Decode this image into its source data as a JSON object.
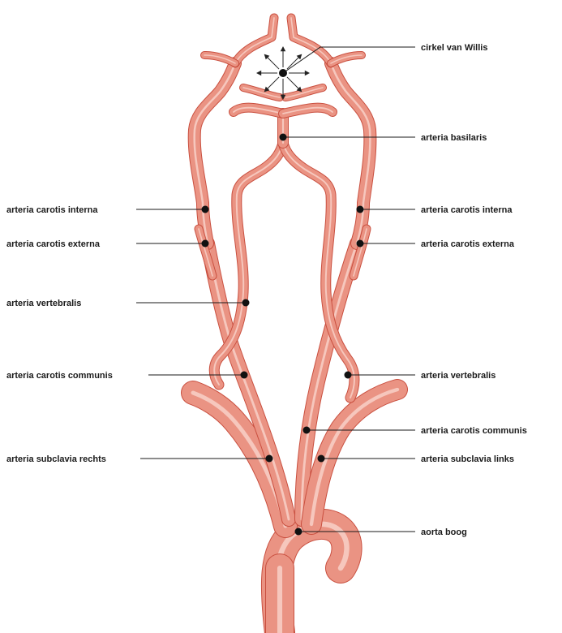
{
  "labels": {
    "cirkel_van_willis": "cirkel van Willis",
    "arteria_basilaris": "arteria basilaris",
    "carotis_interna_left": "arteria carotis interna",
    "carotis_externa_left": "arteria carotis externa",
    "vertebralis_left": "arteria vertebralis",
    "carotis_communis_left": "arteria carotis communis",
    "subclavia_rechts": "arteria subclavia rechts",
    "carotis_interna_right": "arteria carotis interna",
    "carotis_externa_right": "arteria carotis externa",
    "vertebralis_right": "arteria vertebralis",
    "carotis_communis_right": "arteria carotis communis",
    "subclavia_links": "arteria subclavia links",
    "aorta_boog": "aorta boog"
  },
  "colors": {
    "vessel_outline": "#c94f3f",
    "vessel_fill": "#ea9383",
    "vessel_highlight": "#f6c7bd",
    "label_text": "#1a1a1a",
    "marker": "#111111"
  }
}
